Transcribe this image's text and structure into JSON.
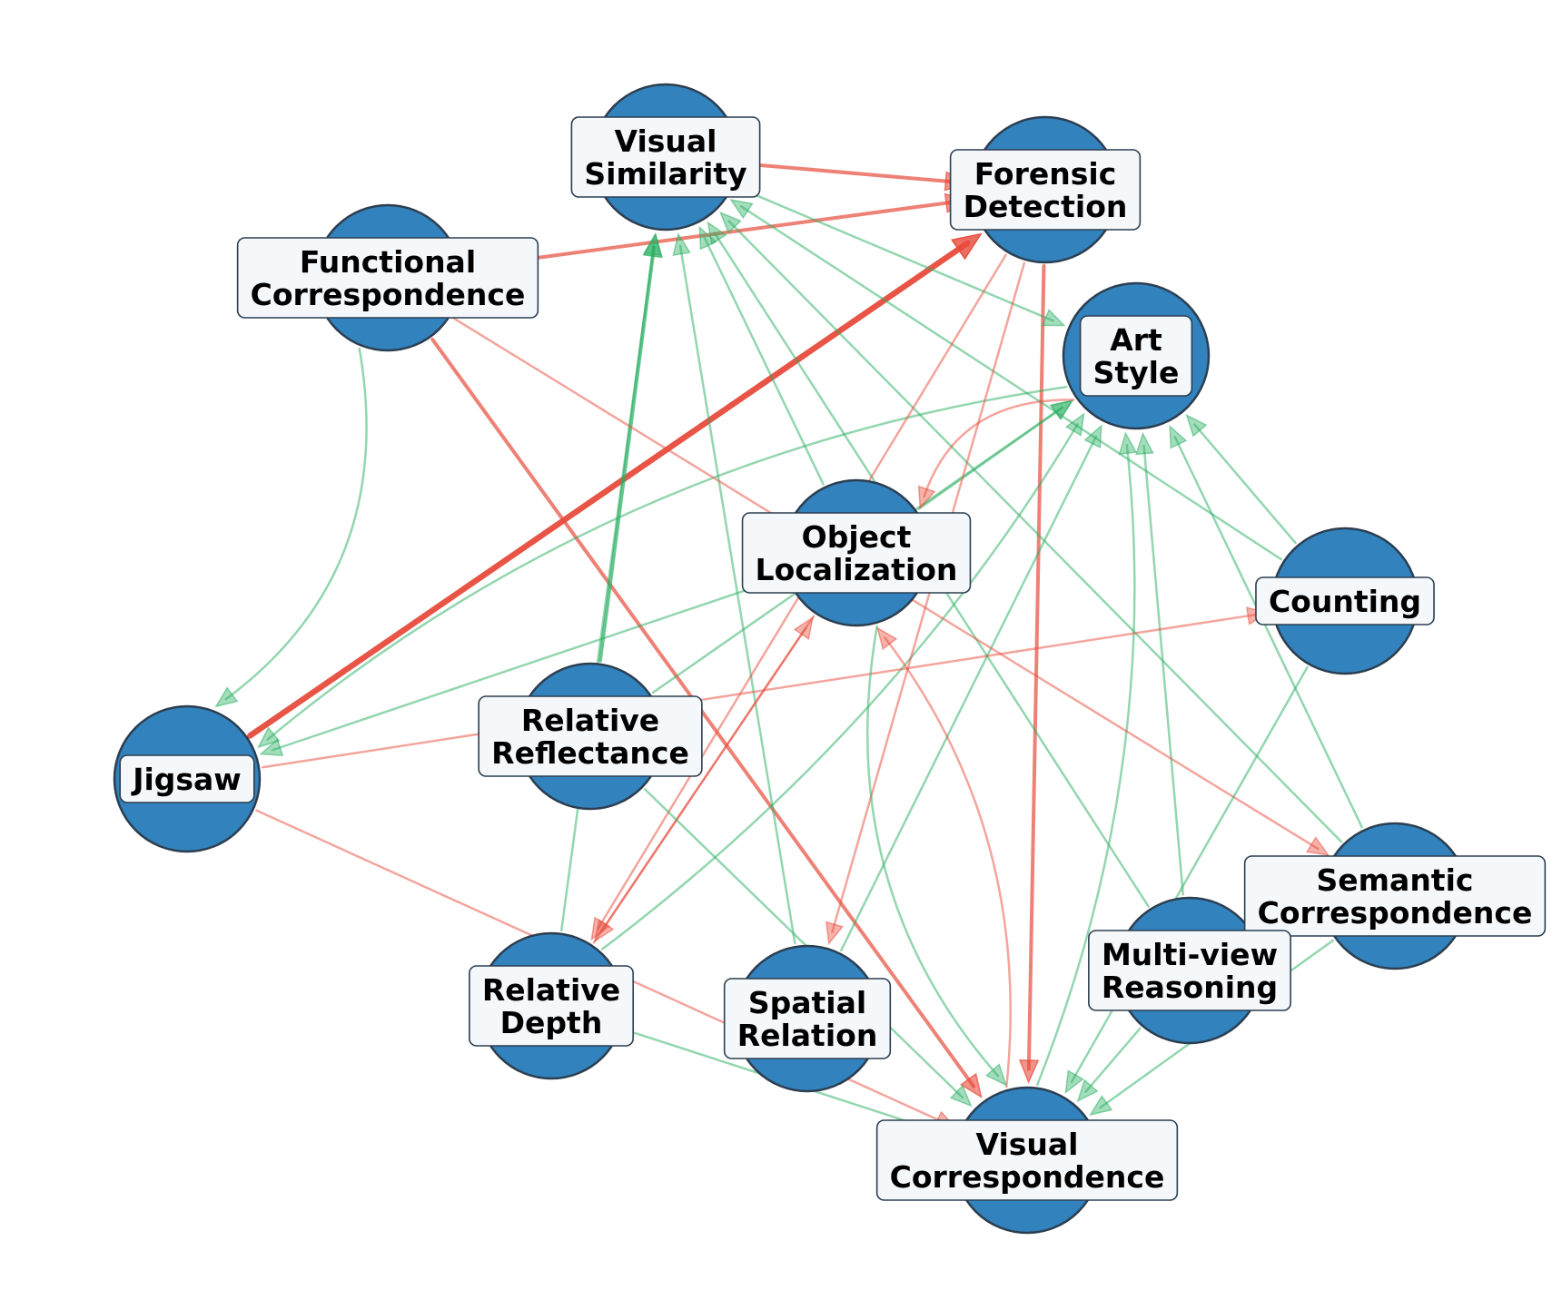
{
  "colors": {
    "node_fill": "#3182bd",
    "node_stroke": "#2c3e50",
    "label_bg": "#f5f8fb",
    "positive_edge": "#27ae60",
    "negative_edge": "#e74c3c"
  },
  "nodes": [
    {
      "id": "visual_similarity",
      "lines": [
        "Visual",
        "Similarity"
      ]
    },
    {
      "id": "forensic_detection",
      "lines": [
        "Forensic",
        "Detection"
      ]
    },
    {
      "id": "functional_correspondence",
      "lines": [
        "Functional",
        "Correspondence"
      ]
    },
    {
      "id": "art_style",
      "lines": [
        "Art",
        "Style"
      ]
    },
    {
      "id": "object_localization",
      "lines": [
        "Object",
        "Localization"
      ]
    },
    {
      "id": "counting",
      "lines": [
        "Counting"
      ]
    },
    {
      "id": "jigsaw",
      "lines": [
        "Jigsaw"
      ]
    },
    {
      "id": "relative_reflectance",
      "lines": [
        "Relative",
        "Reflectance"
      ]
    },
    {
      "id": "semantic_correspondence",
      "lines": [
        "Semantic",
        "Correspondence"
      ]
    },
    {
      "id": "relative_depth",
      "lines": [
        "Relative",
        "Depth"
      ]
    },
    {
      "id": "spatial_relation",
      "lines": [
        "Spatial",
        "Relation"
      ]
    },
    {
      "id": "multi_view_reasoning",
      "lines": [
        "Multi-view",
        "Reasoning"
      ]
    },
    {
      "id": "visual_correspondence",
      "lines": [
        "Visual",
        "Correspondence"
      ]
    }
  ],
  "edges": [
    {
      "source": "jigsaw",
      "target": "forensic_detection",
      "sign": "negative",
      "strength": "strong"
    },
    {
      "source": "visual_similarity",
      "target": "forensic_detection",
      "sign": "negative",
      "strength": "medium"
    },
    {
      "source": "functional_correspondence",
      "target": "forensic_detection",
      "sign": "negative",
      "strength": "medium"
    },
    {
      "source": "functional_correspondence",
      "target": "visual_correspondence",
      "sign": "negative",
      "strength": "medium"
    },
    {
      "source": "forensic_detection",
      "target": "visual_correspondence",
      "sign": "negative",
      "strength": "medium"
    },
    {
      "source": "functional_correspondence",
      "target": "jigsaw",
      "sign": "positive",
      "strength": "weak"
    },
    {
      "source": "visual_similarity",
      "target": "art_style",
      "sign": "positive",
      "strength": "weak"
    },
    {
      "source": "relative_reflectance",
      "target": "visual_similarity",
      "sign": "positive",
      "strength": "medium"
    },
    {
      "source": "relative_depth",
      "target": "visual_similarity",
      "sign": "positive",
      "strength": "weak"
    },
    {
      "source": "spatial_relation",
      "target": "visual_similarity",
      "sign": "positive",
      "strength": "weak"
    },
    {
      "source": "object_localization",
      "target": "visual_similarity",
      "sign": "positive",
      "strength": "weak"
    },
    {
      "source": "multi_view_reasoning",
      "target": "visual_similarity",
      "sign": "positive",
      "strength": "weak"
    },
    {
      "source": "semantic_correspondence",
      "target": "visual_similarity",
      "sign": "positive",
      "strength": "weak"
    },
    {
      "source": "counting",
      "target": "visual_similarity",
      "sign": "positive",
      "strength": "weak"
    },
    {
      "source": "object_localization",
      "target": "art_style",
      "sign": "positive",
      "strength": "weak"
    },
    {
      "source": "relative_reflectance",
      "target": "art_style",
      "sign": "positive",
      "strength": "weak"
    },
    {
      "source": "relative_depth",
      "target": "art_style",
      "sign": "positive",
      "strength": "weak"
    },
    {
      "source": "spatial_relation",
      "target": "art_style",
      "sign": "positive",
      "strength": "weak"
    },
    {
      "source": "visual_correspondence",
      "target": "art_style",
      "sign": "positive",
      "strength": "weak"
    },
    {
      "source": "multi_view_reasoning",
      "target": "art_style",
      "sign": "positive",
      "strength": "weak"
    },
    {
      "source": "semantic_correspondence",
      "target": "art_style",
      "sign": "positive",
      "strength": "weak"
    },
    {
      "source": "counting",
      "target": "art_style",
      "sign": "positive",
      "strength": "weak"
    },
    {
      "source": "art_style",
      "target": "jigsaw",
      "sign": "positive",
      "strength": "weak"
    },
    {
      "source": "object_localization",
      "target": "jigsaw",
      "sign": "positive",
      "strength": "weak"
    },
    {
      "source": "art_style",
      "target": "object_localization",
      "sign": "negative",
      "strength": "weak"
    },
    {
      "source": "functional_correspondence",
      "target": "semantic_correspondence",
      "sign": "negative",
      "strength": "weak"
    },
    {
      "source": "forensic_detection",
      "target": "relative_depth",
      "sign": "negative",
      "strength": "weak"
    },
    {
      "source": "forensic_detection",
      "target": "spatial_relation",
      "sign": "negative",
      "strength": "weak"
    },
    {
      "source": "visual_correspondence",
      "target": "object_localization",
      "sign": "negative",
      "strength": "weak"
    },
    {
      "source": "relative_depth",
      "target": "object_localization",
      "sign": "negative",
      "strength": "weak"
    },
    {
      "source": "object_localization",
      "target": "relative_depth",
      "sign": "negative",
      "strength": "weak"
    },
    {
      "source": "jigsaw",
      "target": "counting",
      "sign": "negative",
      "strength": "weak"
    },
    {
      "source": "jigsaw",
      "target": "visual_correspondence",
      "sign": "negative",
      "strength": "weak"
    },
    {
      "source": "object_localization",
      "target": "visual_correspondence",
      "sign": "positive",
      "strength": "weak"
    },
    {
      "source": "relative_reflectance",
      "target": "visual_correspondence",
      "sign": "positive",
      "strength": "weak"
    },
    {
      "source": "relative_depth",
      "target": "visual_correspondence",
      "sign": "positive",
      "strength": "weak"
    },
    {
      "source": "multi_view_reasoning",
      "target": "visual_correspondence",
      "sign": "positive",
      "strength": "weak"
    },
    {
      "source": "semantic_correspondence",
      "target": "visual_correspondence",
      "sign": "positive",
      "strength": "weak"
    },
    {
      "source": "counting",
      "target": "visual_correspondence",
      "sign": "positive",
      "strength": "weak"
    }
  ]
}
